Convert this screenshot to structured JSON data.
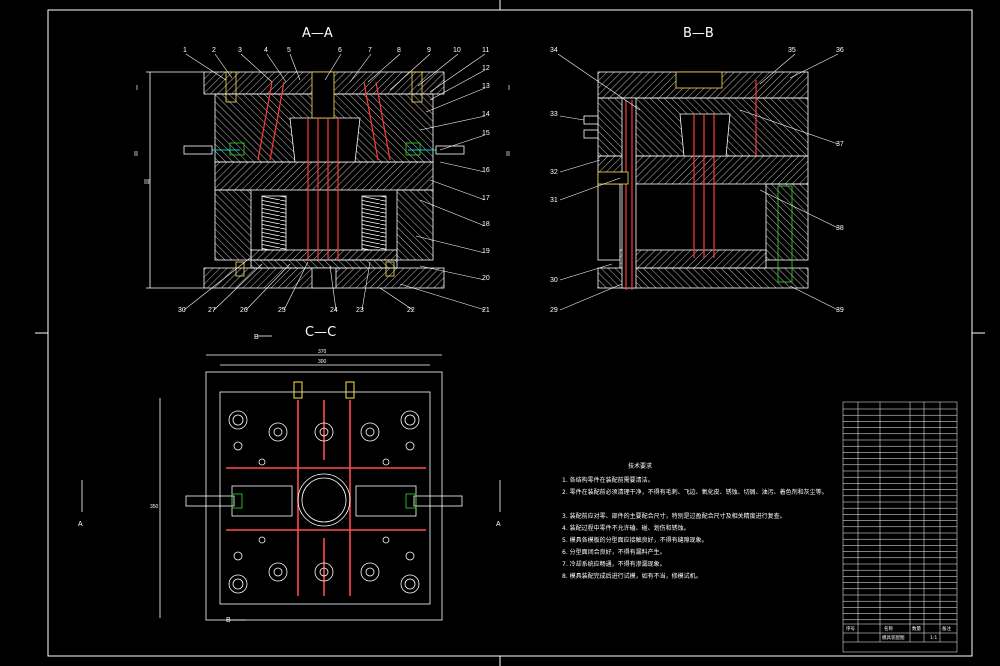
{
  "sections": {
    "aa": "A—A",
    "bb": "B—B",
    "cc": "C—C"
  },
  "aa_leaders_top": [
    "1",
    "2",
    "3",
    "4",
    "5",
    "6",
    "7",
    "8",
    "9",
    "10",
    "11"
  ],
  "aa_leaders_right": [
    "12",
    "13",
    "14",
    "15",
    "16",
    "17",
    "18",
    "19",
    "20",
    "21"
  ],
  "aa_leaders_bottom": [
    "30",
    "27",
    "26",
    "25",
    "24",
    "23",
    "22"
  ],
  "aa_left_marks": [
    "I",
    "II",
    "III"
  ],
  "bb_leaders_left": [
    "34",
    "33",
    "32",
    "31",
    "30",
    "29"
  ],
  "bb_leaders_right": [
    "35",
    "36",
    "37",
    "38",
    "39"
  ],
  "bb_left_marks": [
    "I",
    "II"
  ],
  "cc_marks": {
    "b_top": "B",
    "b_bottom": "B",
    "a_left": "A",
    "a_right": "A",
    "dim_outer": "370",
    "dim_inner": "300",
    "dim_left": "350"
  },
  "notes": {
    "title": "技术要求",
    "items": [
      "1. 各结构零件在装配前需要清洁。",
      "2. 零件在装配前必须清理干净，不得有毛刺、飞边、氧化皮、锈蚀、切屑、油污、着色剂和灰尘等。",
      "3. 装配前应对零、部件的主要配合尺寸，特别是过盈配合尺寸及相关精度进行复查。",
      "4. 装配过程中零件不允许磕、碰、划伤和锈蚀。",
      "5. 模具各模板的分型面应接触良好，不得有缝隙现象。",
      "6. 分型面闭合良好，不得有漏料产生。",
      "7. 冷却系统应畅通，不得有渗漏现象。",
      "8. 模具装配完成后进行试模，如有不当，修模试机。"
    ]
  },
  "title_block": {
    "col_no": "序号",
    "col_name": "名称",
    "col_qty": "数量",
    "col_note": "备注",
    "drawing_name": "模具装配图",
    "scale": "1:1"
  },
  "colors": {
    "line": "#ffffff",
    "part": "#ff4a4a",
    "pin": "#ff3a3a",
    "cool": "#00d0d0",
    "screw": "#ffe24a",
    "green": "#33dd33",
    "hatch": "#dddddd"
  }
}
